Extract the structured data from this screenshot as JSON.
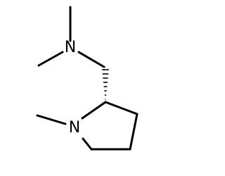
{
  "molecule": {
    "atom_labels": {
      "amine_nitrogen": "N",
      "ring_nitrogen": "N"
    },
    "colors": {
      "background": "#ffffff",
      "bond": "#000000",
      "text": "#000000"
    },
    "stereo_bond": "hashed-wedge"
  }
}
